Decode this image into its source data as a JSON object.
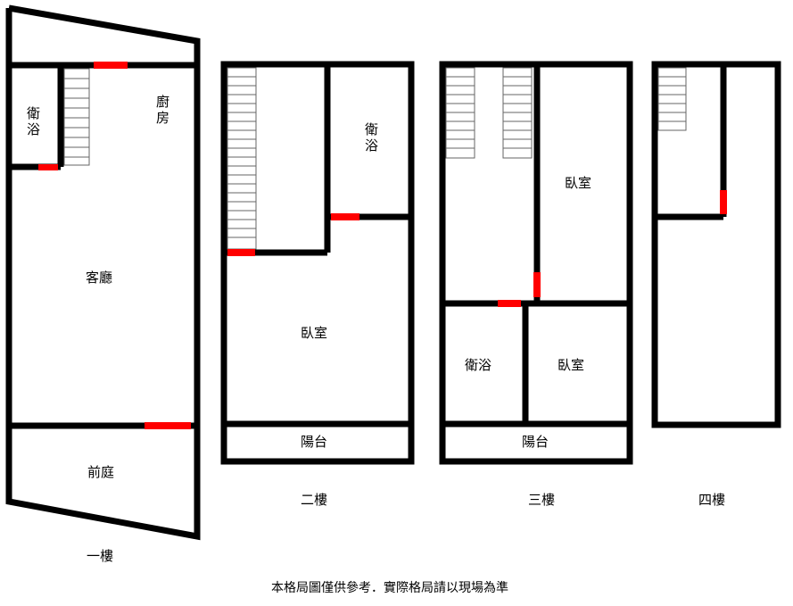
{
  "floors": {
    "f1": {
      "label": "一樓",
      "rooms": {
        "bath": [
          "衛",
          "浴"
        ],
        "kitchen": [
          "廚",
          "房"
        ],
        "living": "客廳",
        "front_yard": "前庭"
      }
    },
    "f2": {
      "label": "二樓",
      "rooms": {
        "bath": [
          "衛",
          "浴"
        ],
        "bedroom": "臥室",
        "balcony": "陽台"
      }
    },
    "f3": {
      "label": "三樓",
      "rooms": {
        "bedroom_top": "臥室",
        "bath": "衛浴",
        "bedroom_bottom": "臥室",
        "balcony": "陽台"
      }
    },
    "f4": {
      "label": "四樓"
    }
  },
  "footnote": "本格局圖僅供參考．實際格局請以現場為準",
  "colors": {
    "wall": "#000000",
    "door": "#ff0000",
    "stairs": "#555555",
    "background": "#ffffff"
  }
}
